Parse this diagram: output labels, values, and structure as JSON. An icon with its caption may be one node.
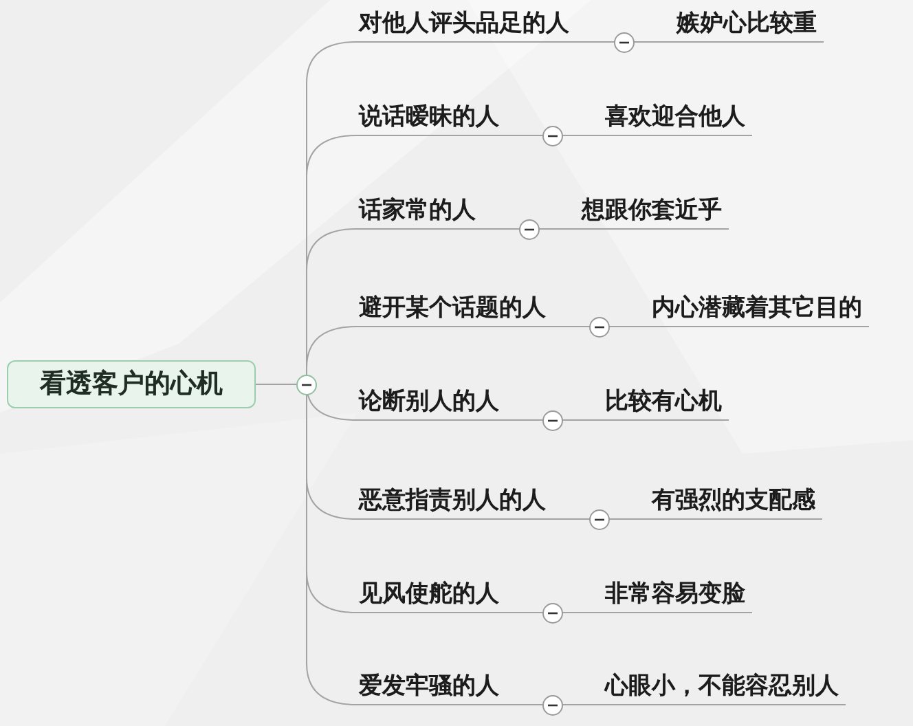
{
  "diagram": {
    "nodes": [
      {
        "text": [
          "看透客户的心机"
        ]
      },
      {
        "text": [
          "对他人评头品足的人"
        ]
      },
      {
        "text": [
          "嫉妒心比较重"
        ]
      },
      {
        "text": [
          "说话暧昧的人"
        ]
      },
      {
        "text": [
          "喜欢迎合他人"
        ]
      },
      {
        "text": [
          "话家常的人"
        ]
      },
      {
        "text": [
          "想跟你套近乎"
        ]
      },
      {
        "text": [
          "避开某个话题的人"
        ]
      },
      {
        "text": [
          "内心潜藏着其它目的"
        ]
      },
      {
        "text": [
          "论断别人的人"
        ]
      },
      {
        "text": [
          "比较有心机"
        ]
      },
      {
        "text": [
          "恶意指责别人的人"
        ]
      },
      {
        "text": [
          "有强烈的支配感"
        ]
      },
      {
        "text": [
          "见风使舵的人"
        ]
      },
      {
        "text": [
          "非常容易变脸"
        ]
      },
      {
        "text": [
          "爱发牢骚的人"
        ]
      },
      {
        "text": [
          "心眼小，不能容忍别人"
        ]
      }
    ],
    "edges": [
      {
        "from": 0,
        "to": 1,
        "arrow": "none"
      },
      {
        "from": 1,
        "to": 2,
        "arrow": "none"
      },
      {
        "from": 0,
        "to": 3,
        "arrow": "none"
      },
      {
        "from": 3,
        "to": 4,
        "arrow": "none"
      },
      {
        "from": 0,
        "to": 5,
        "arrow": "none"
      },
      {
        "from": 5,
        "to": 6,
        "arrow": "none"
      },
      {
        "from": 0,
        "to": 7,
        "arrow": "none"
      },
      {
        "from": 7,
        "to": 8,
        "arrow": "none"
      },
      {
        "from": 0,
        "to": 9,
        "arrow": "none"
      },
      {
        "from": 9,
        "to": 10,
        "arrow": "none"
      },
      {
        "from": 0,
        "to": 11,
        "arrow": "none"
      },
      {
        "from": 11,
        "to": 12,
        "arrow": "none"
      },
      {
        "from": 0,
        "to": 13,
        "arrow": "none"
      },
      {
        "from": 13,
        "to": 14,
        "arrow": "none"
      },
      {
        "from": 0,
        "to": 15,
        "arrow": "none"
      },
      {
        "from": 15,
        "to": 16,
        "arrow": "none"
      }
    ]
  }
}
